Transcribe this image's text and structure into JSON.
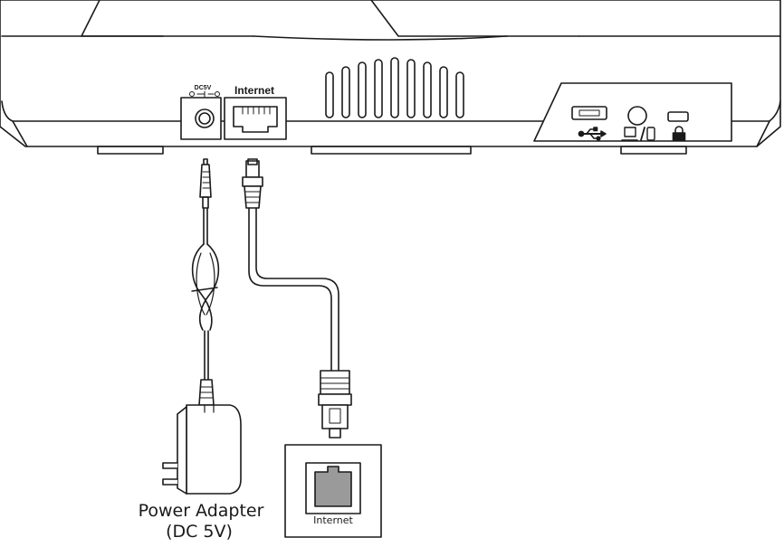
{
  "device": {
    "dc_label": "DC5V",
    "internet_label": "Internet",
    "usb_icon": "usb-icon",
    "pc_phone_icon": "pc-phone-icon",
    "lock_icon": "lock-icon"
  },
  "adapter": {
    "label_line1": "Power Adapter",
    "label_line2": "(DC 5V)"
  },
  "wall_jack": {
    "label": "Internet"
  },
  "colors": {
    "outline": "#1a1a1a",
    "jack_fill": "#9a9a9a",
    "background": "#ffffff"
  }
}
